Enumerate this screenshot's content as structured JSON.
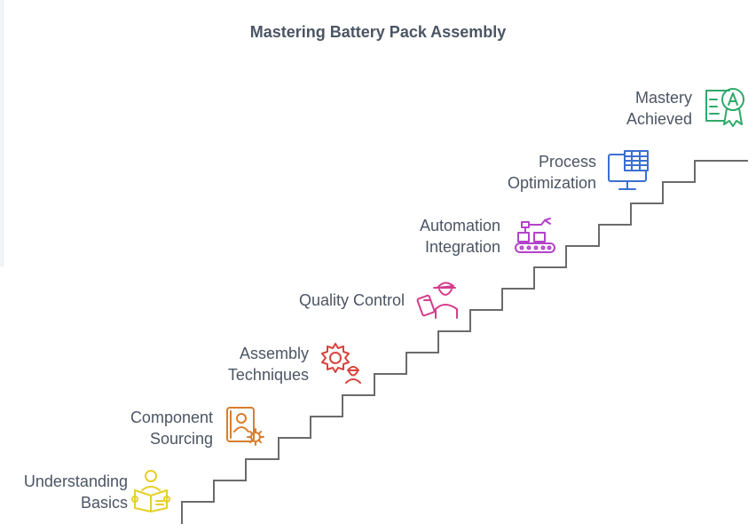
{
  "title": "Mastering Battery Pack Assembly",
  "steps": [
    {
      "line1": "Understanding",
      "line2": "Basics",
      "icon": "reading-book-icon",
      "color": "#e6cf2a"
    },
    {
      "line1": "Component",
      "line2": "Sourcing",
      "icon": "profile-gear-icon",
      "color": "#d97d2b"
    },
    {
      "line1": "Assembly",
      "line2": "Techniques",
      "icon": "gear-worker-icon",
      "color": "#d9423a"
    },
    {
      "line1": "Quality Control",
      "line2": "",
      "icon": "inspector-clipboard-icon",
      "color": "#d43d8c"
    },
    {
      "line1": "Automation",
      "line2": "Integration",
      "icon": "robot-conveyor-icon",
      "color": "#b243c8"
    },
    {
      "line1": "Process",
      "line2": "Optimization",
      "icon": "monitor-spreadsheet-icon",
      "color": "#3b6fd1"
    },
    {
      "line1": "Mastery",
      "line2": "Achieved",
      "icon": "certificate-award-icon",
      "color": "#2eaa6a"
    }
  ],
  "staircase_color": "#6b6b6b"
}
